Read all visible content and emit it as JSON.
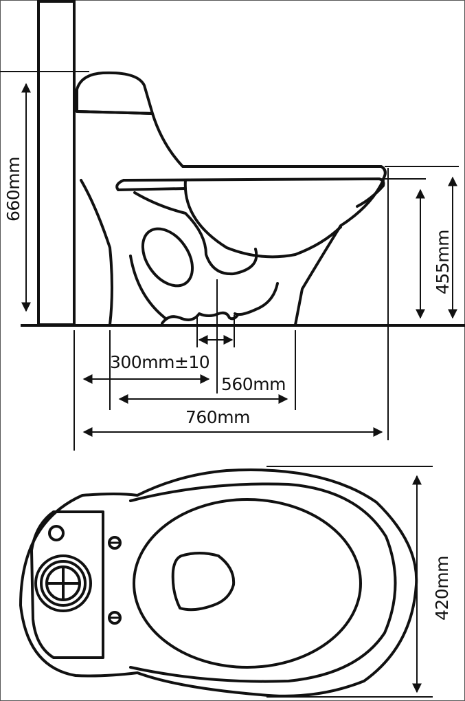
{
  "colors": {
    "line": "#111111",
    "background": "#ffffff"
  },
  "side_view": {
    "height_total": "660mm",
    "seat_height": "455mm",
    "rough_in": "300mm±10",
    "base_length": "560mm",
    "total_length": "760mm"
  },
  "top_view": {
    "width": "420mm"
  }
}
